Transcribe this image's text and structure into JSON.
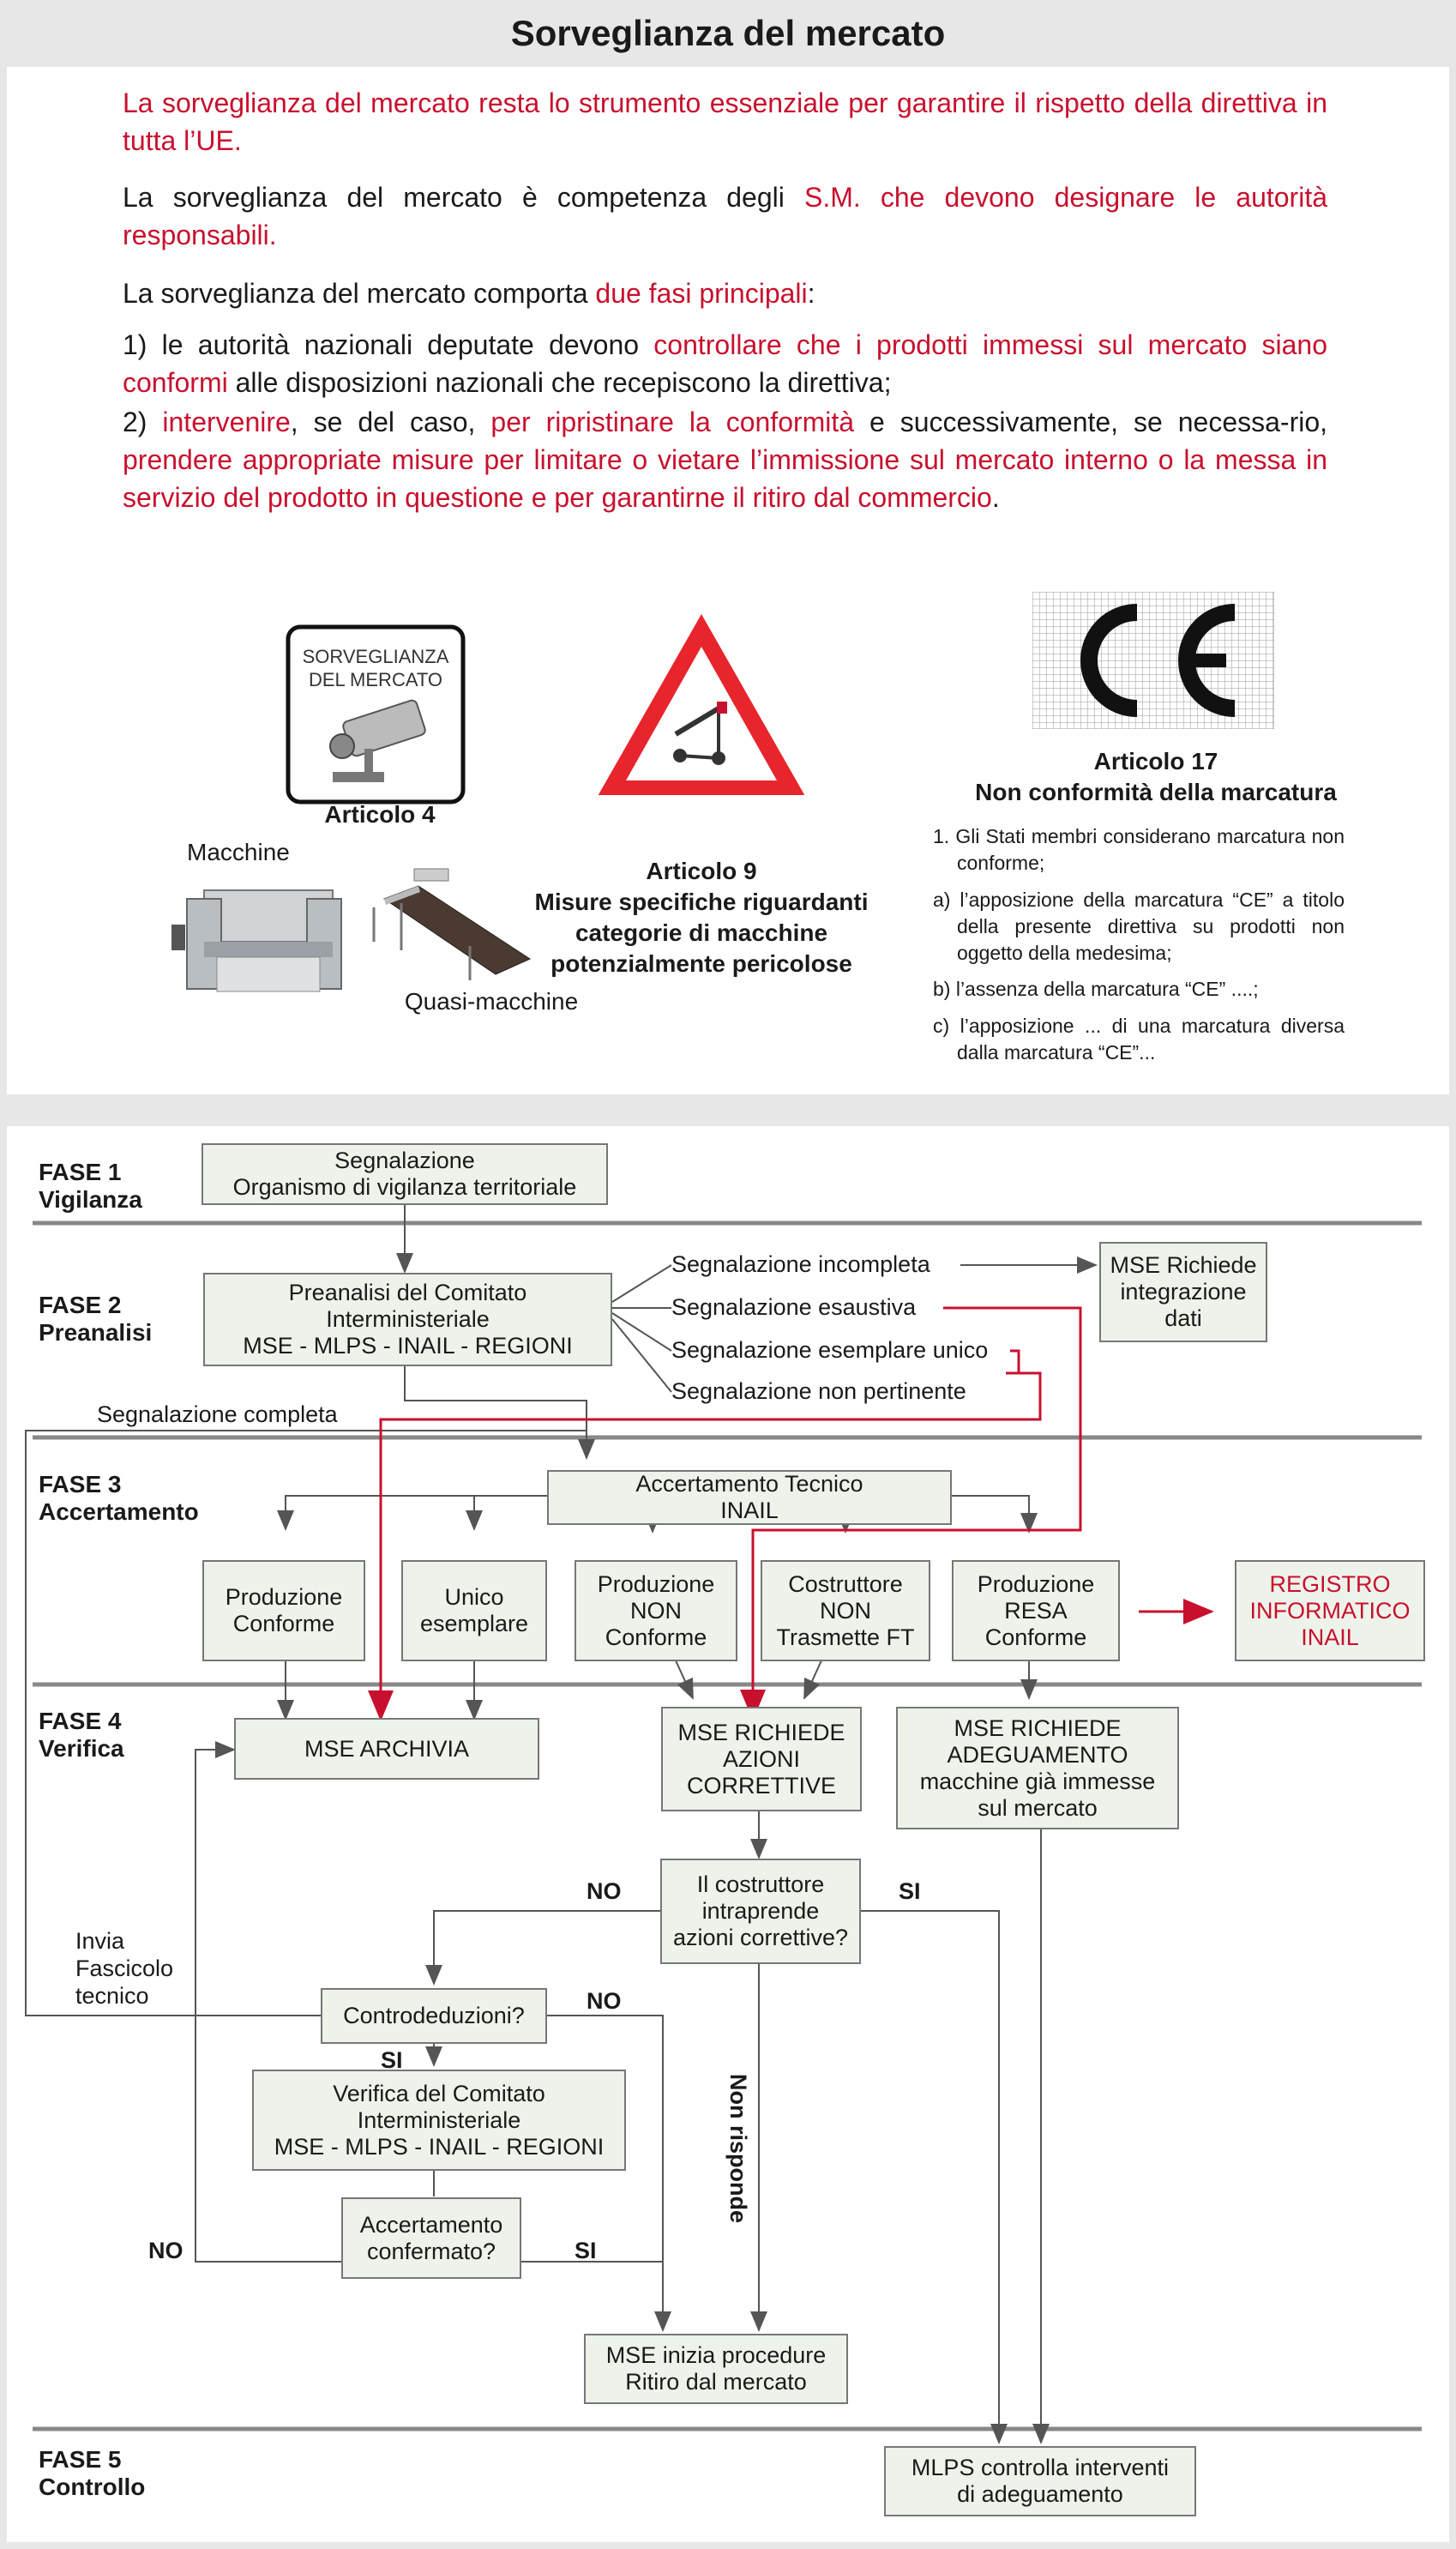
{
  "header": {
    "title": "Sorveglianza del mercato"
  },
  "intro": {
    "p1": "La sorveglianza del mercato resta lo strumento essenziale per garantire il rispetto della direttiva in tutta l’UE.",
    "p2_a": "La sorveglianza del mercato è competenza degli ",
    "p2_b": "S.M. che devono designare le autorità responsabili.",
    "p3_a": "La sorveglianza del mercato comporta ",
    "p3_b": "due fasi principali",
    "p3_c": ":",
    "i1_a": "1) le autorità nazionali deputate devono ",
    "i1_b": "controllare che i prodotti immessi sul mercato siano conformi",
    "i1_c": " alle disposizioni nazionali che recepiscono la direttiva;",
    "i2_a": "2)  ",
    "i2_b": "intervenire",
    "i2_c": ", se del caso, ",
    "i2_d": "per ripristinare la conformità",
    "i2_e": " e successivamente, se necessa-rio, ",
    "i2_f": "prendere appropriate misure per limitare o vietare l’immissione sul mercato interno o la messa in servizio del prodotto in questione e per garantirne il ritiro dal commercio",
    "i2_g": "."
  },
  "illustrations": {
    "sign_line1": "SORVEGLIANZA",
    "sign_line2": "DEL MERCATO",
    "art4": "Articolo 4",
    "macchine": "Macchine",
    "quasi": "Quasi-macchine",
    "art9_l1": "Articolo 9",
    "art9_l2": "Misure specifiche riguardanti",
    "art9_l3": "categorie di macchine",
    "art9_l4": "potenzialmente pericolose",
    "art17_l1": "Articolo 17",
    "art17_l2": "Non conformità della marcatura",
    "art17_p1": "1. Gli Stati membri considerano marcatura non conforme;",
    "art17_pa": "a)  l’apposizione della marcatura “CE”  a titolo della presente direttiva su prodotti non oggetto della medesima;",
    "art17_pb": "b) l’assenza della marcatura “CE” ....;",
    "art17_pc": "c)  l’apposizione ... di una marcatura diversa dalla marcatura “CE”..."
  },
  "flow": {
    "phases": {
      "f1_a": "FASE 1",
      "f1_b": "Vigilanza",
      "f2_a": "FASE 2",
      "f2_b": "Preanalisi",
      "f3_a": "FASE 3",
      "f3_b": "Accertamento",
      "f4_a": "FASE 4",
      "f4_b": "Verifica",
      "f5_a": "FASE 5",
      "f5_b": "Controllo"
    },
    "boxes": {
      "segnalazione": "Segnalazione\nOrganismo di vigilanza territoriale",
      "preanalisi": "Preanalisi del Comitato\nInterministeriale\nMSE - MLPS - INAIL - REGIONI",
      "mse_richiede_int": "MSE Richiede\nintegrazione\ndati",
      "accertamento": "Accertamento Tecnico\nINAIL",
      "prod_conforme": "Produzione\nConforme",
      "unico": "Unico\nesemplare",
      "prod_non": "Produzione\nNON\nConforme",
      "costruttore": "Costruttore\nNON\nTrasmette FT",
      "prod_resa": "Produzione\nRESA\nConforme",
      "registro": "REGISTRO\nINFORMATICO\nINAIL",
      "mse_archivia": "MSE ARCHIVIA",
      "mse_azioni": "MSE RICHIEDE\nAZIONI\nCORRETTIVE",
      "mse_adeguamento": "MSE RICHIEDE\nADEGUAMENTO\nmacchine già immesse\nsul mercato",
      "costr_intraprende": "Il costruttore\nintraprende\nazioni correttive?",
      "controdeduzioni": "Controdeduzioni?",
      "verifica_comitato": "Verifica del Comitato\nInterministeriale\nMSE - MLPS - INAIL - REGIONI",
      "accert_confermato": "Accertamento\nconfermato?",
      "ritiro": "MSE inizia procedure\nRitiro dal mercato",
      "mlps": "MLPS controlla interventi\ndi adeguamento"
    },
    "labels": {
      "incompleta": "Segnalazione incompleta",
      "esaustiva": "Segnalazione  esaustiva",
      "esemplare": "Segnalazione  esemplare unico",
      "non_pertinente": "Segnalazione non pertinente",
      "completa": "Segnalazione completa",
      "no1": "NO",
      "si1": "SI",
      "no2": "NO",
      "si2": "SI",
      "no3": "NO",
      "si3": "SI",
      "invia_1": "Invia",
      "invia_2": "Fascicolo",
      "invia_3": "tecnico",
      "non_risponde": "Non risponde"
    },
    "colors": {
      "accent_red": "#c8102e",
      "box_fill": "#edf3ea",
      "line": "#555555"
    }
  }
}
